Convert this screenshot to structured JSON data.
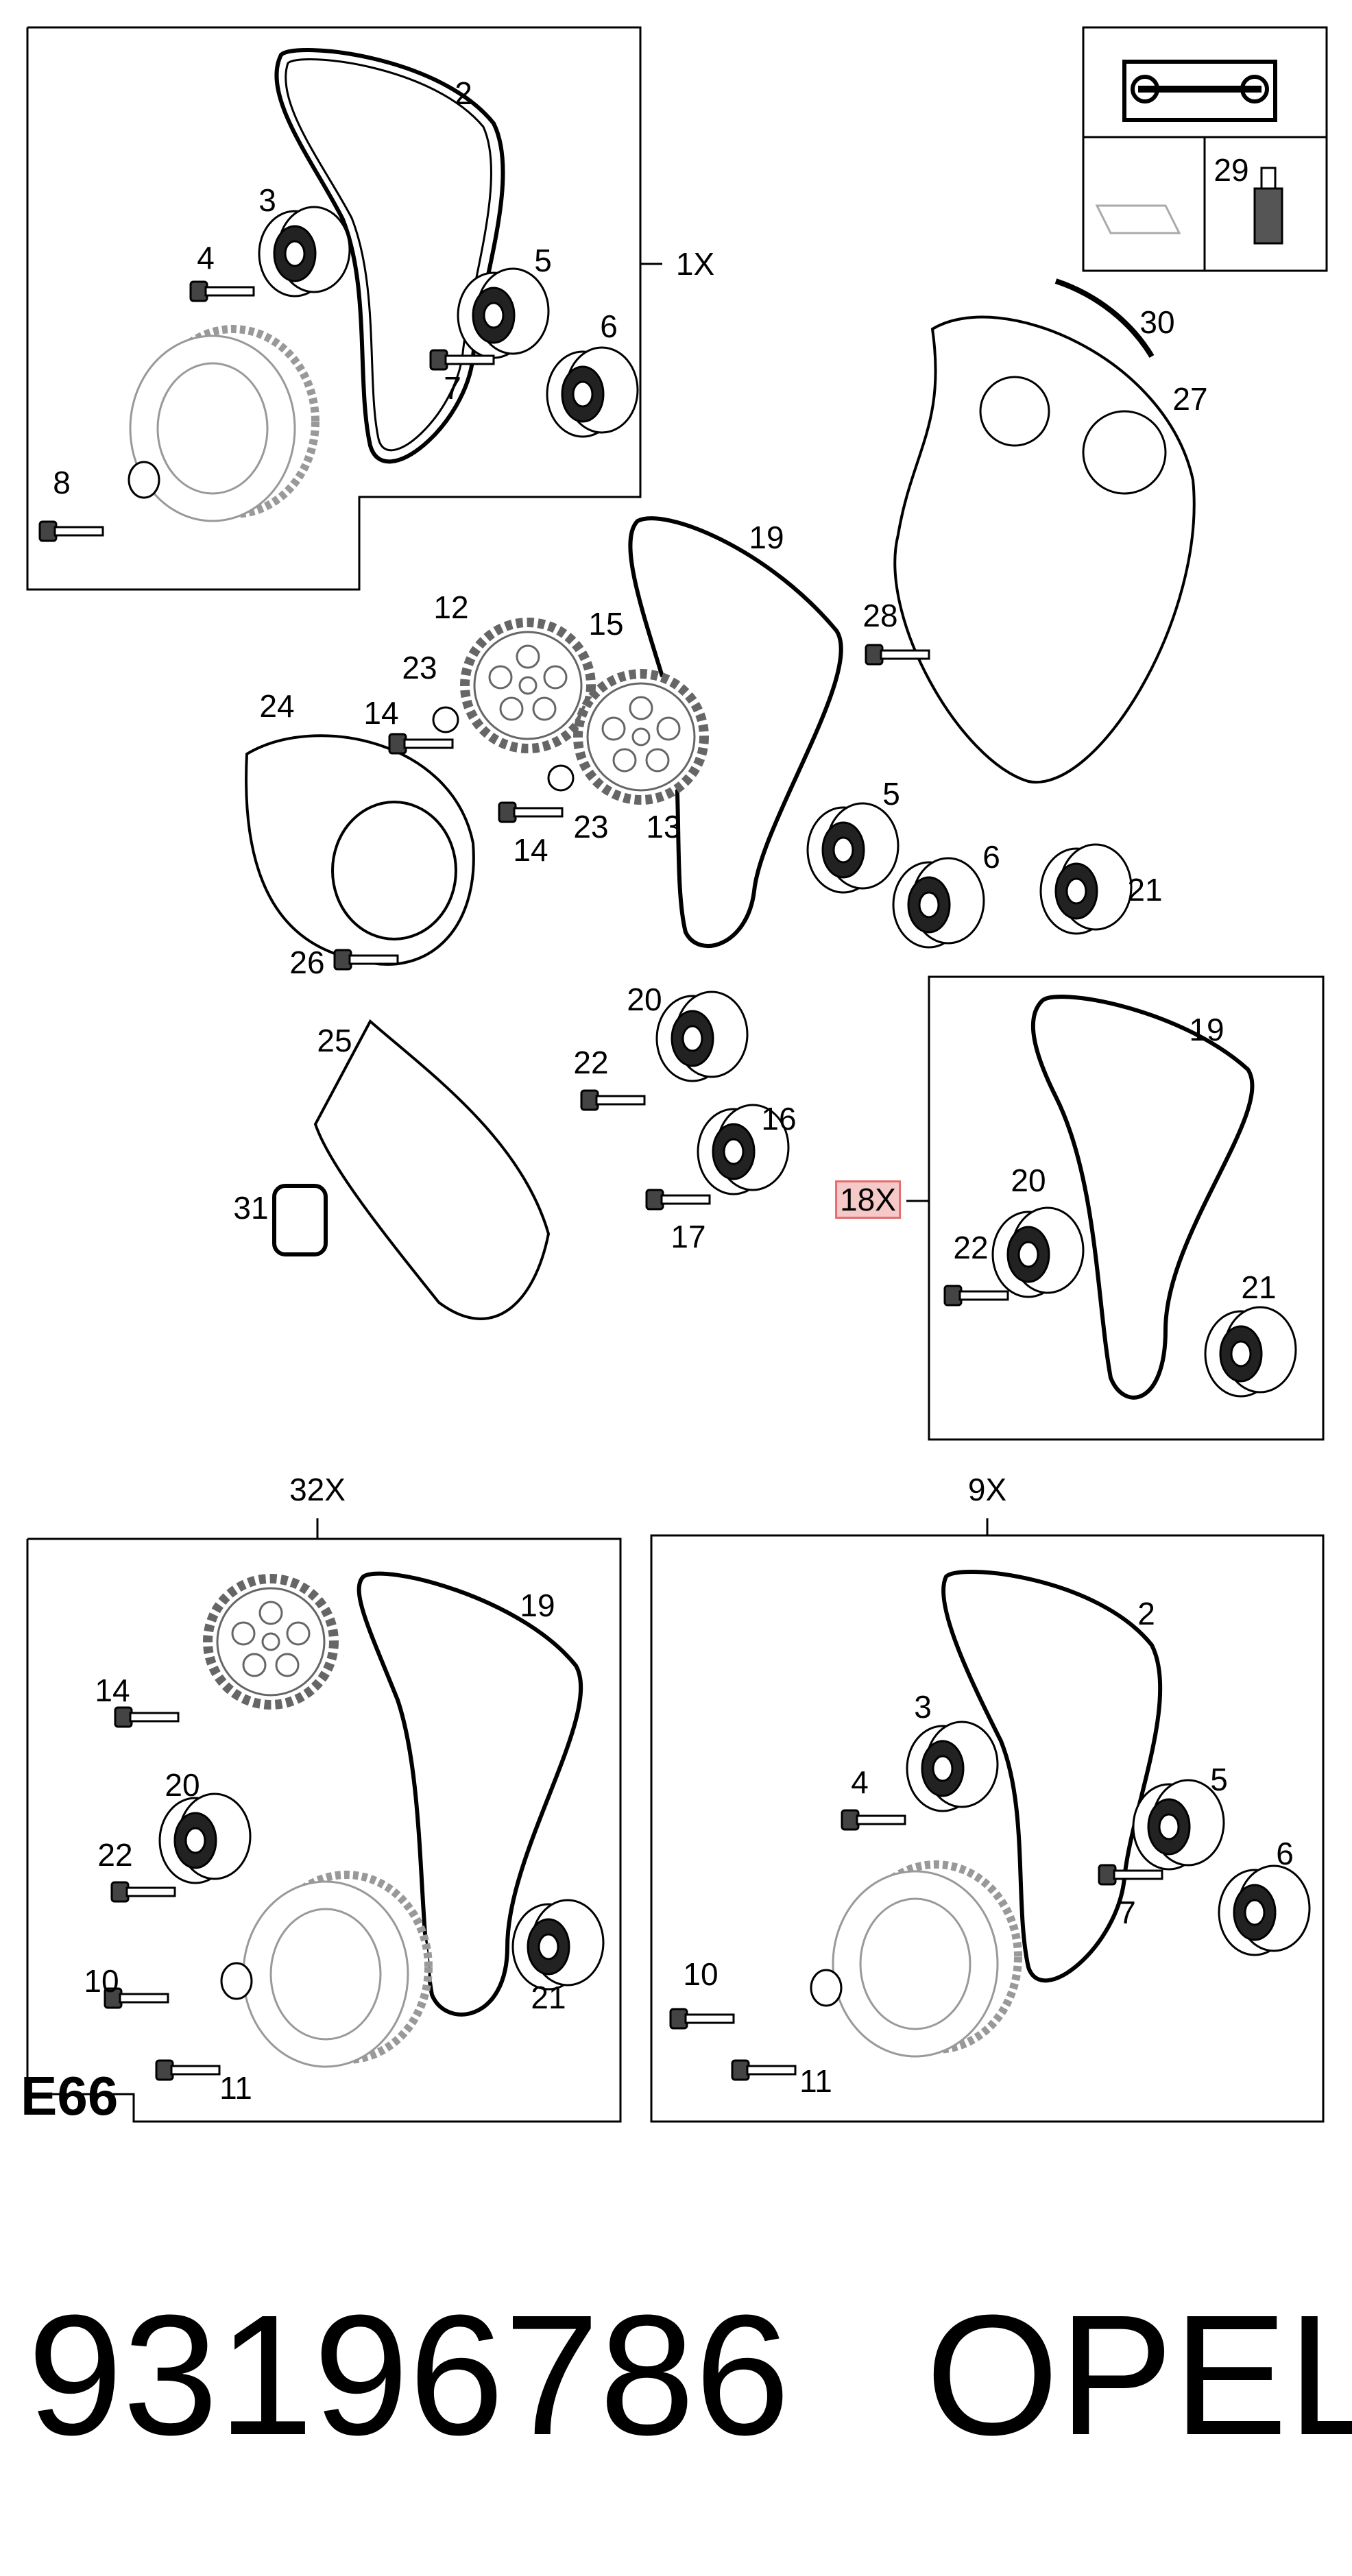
{
  "callouts": {
    "c2a": "2",
    "c3a": "3",
    "c4a": "4",
    "c5a": "5",
    "c6a": "6",
    "c7a": "7",
    "c8": "8",
    "c30": "30",
    "c27": "27",
    "c29": "29",
    "c19a": "19",
    "c12": "12",
    "c15": "15",
    "c28": "28",
    "c23a": "23",
    "c24": "24",
    "c14a": "14",
    "c23b": "23",
    "c13": "13",
    "c14b": "14",
    "c5b": "5",
    "c6b": "6",
    "c21a": "21",
    "c26": "26",
    "c20a": "20",
    "c25": "25",
    "c22a": "22",
    "c16": "16",
    "c31": "31",
    "c17": "17",
    "c19b": "19",
    "c20b": "20",
    "c22b": "22",
    "c21b": "21",
    "c19c": "19",
    "c14c": "14",
    "c20c": "20",
    "c22c": "22",
    "c10a": "10",
    "c11a": "11",
    "c21c": "21",
    "c2b": "2",
    "c3b": "3",
    "c4b": "4",
    "c5c": "5",
    "c6c": "6",
    "c7b": "7",
    "c10b": "10",
    "c11b": "11"
  },
  "quantities": {
    "q1": "1X",
    "q18": "18X",
    "q32": "32X",
    "q9": "9X"
  },
  "section_tag": "E66",
  "footer": {
    "part_number": "93196786",
    "brand": "OPEL"
  }
}
